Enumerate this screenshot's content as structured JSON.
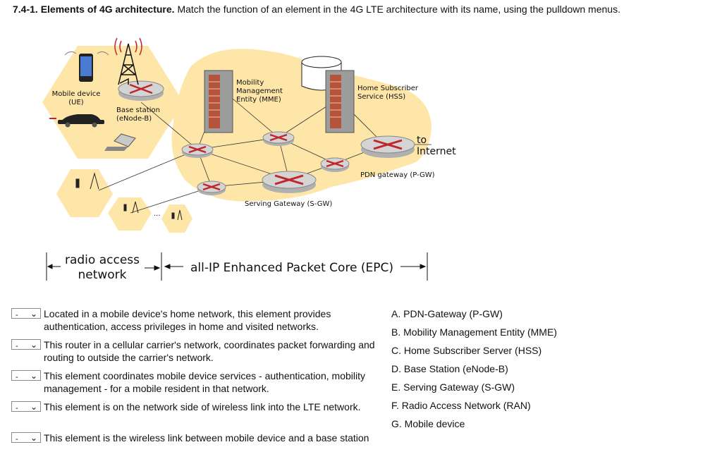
{
  "header": {
    "number": "7.4-1.",
    "title": "Elements of 4G architecture.",
    "instruction": "Match the function of an element in the 4G LTE architecture with its name, using the pulldown menus."
  },
  "diagram": {
    "mobile_device_label": "Mobile device",
    "mobile_device_abbr": "(UE)",
    "base_station_label": "Base station",
    "base_station_abbr": "(eNode-B)",
    "mme_line1": "Mobility",
    "mme_line2": "Management",
    "mme_line3": "Entity (MME)",
    "hss_line1": "Home Subscriber",
    "hss_line2": "Service (HSS)",
    "to_label": "to",
    "internet_label": "Internet",
    "pgw_label": "PDN gateway (P-GW)",
    "sgw_label": "Serving Gateway (S-GW)",
    "ellipsis": "...",
    "ran_line1": "radio access",
    "ran_line2": "network",
    "epc_label": "all-IP Enhanced Packet Core (EPC)",
    "colors": {
      "hex_fill": "#fde6a8",
      "router": "#c9c9c9",
      "router_x": "#c0272d",
      "server_stripe": "#b5533c"
    }
  },
  "questions": [
    {
      "selected": "-",
      "text": "Located in a mobile device's home network, this element provides authentication, access privileges in home and visited networks."
    },
    {
      "selected": "-",
      "text": "This router in a cellular carrier's network, coordinates packet forwarding and routing to outside the carrier's network."
    },
    {
      "selected": "-",
      "text": "This element coordinates mobile device services - authentication, mobility management - for a mobile resident in that network."
    },
    {
      "selected": "-",
      "text": "This element is on the network side of wireless link into the LTE network."
    },
    {
      "selected": "-",
      "text": "This element is the wireless link between mobile device and a base station"
    }
  ],
  "options": [
    "A. PDN-Gateway (P-GW)",
    "B. Mobility Management Entity (MME)",
    "C. Home Subscriber Server (HSS)",
    "D. Base Station (eNode-B)",
    "E. Serving Gateway (S-GW)",
    "F. Radio Access Network (RAN)",
    "G. Mobile device"
  ]
}
